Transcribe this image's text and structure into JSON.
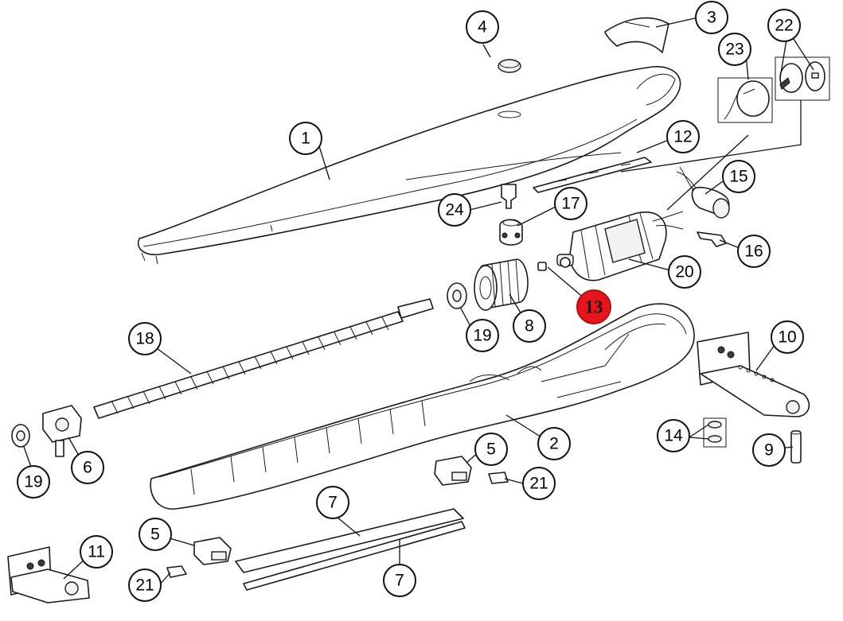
{
  "diagram": {
    "highlight_color": "#e8141b",
    "callouts": [
      {
        "id": "c1",
        "label": "1",
        "highlight": false
      },
      {
        "id": "c2",
        "label": "2",
        "highlight": false
      },
      {
        "id": "c3",
        "label": "3",
        "highlight": false
      },
      {
        "id": "c4",
        "label": "4",
        "highlight": false
      },
      {
        "id": "c5a",
        "label": "5",
        "highlight": false
      },
      {
        "id": "c5b",
        "label": "5",
        "highlight": false
      },
      {
        "id": "c6",
        "label": "6",
        "highlight": false
      },
      {
        "id": "c7a",
        "label": "7",
        "highlight": false
      },
      {
        "id": "c7b",
        "label": "7",
        "highlight": false
      },
      {
        "id": "c8",
        "label": "8",
        "highlight": false
      },
      {
        "id": "c9",
        "label": "9",
        "highlight": false
      },
      {
        "id": "c10",
        "label": "10",
        "highlight": false
      },
      {
        "id": "c11",
        "label": "11",
        "highlight": false
      },
      {
        "id": "c12",
        "label": "12",
        "highlight": false
      },
      {
        "id": "c13",
        "label": "13",
        "highlight": true
      },
      {
        "id": "c14",
        "label": "14",
        "highlight": false
      },
      {
        "id": "c15",
        "label": "15",
        "highlight": false
      },
      {
        "id": "c16",
        "label": "16",
        "highlight": false
      },
      {
        "id": "c17",
        "label": "17",
        "highlight": false
      },
      {
        "id": "c18",
        "label": "18",
        "highlight": false
      },
      {
        "id": "c19a",
        "label": "19",
        "highlight": false
      },
      {
        "id": "c19b",
        "label": "19",
        "highlight": false
      },
      {
        "id": "c20",
        "label": "20",
        "highlight": false
      },
      {
        "id": "c21a",
        "label": "21",
        "highlight": false
      },
      {
        "id": "c21b",
        "label": "21",
        "highlight": false
      },
      {
        "id": "c22",
        "label": "22",
        "highlight": false
      },
      {
        "id": "c23",
        "label": "23",
        "highlight": false
      },
      {
        "id": "c24",
        "label": "24",
        "highlight": false
      }
    ]
  }
}
